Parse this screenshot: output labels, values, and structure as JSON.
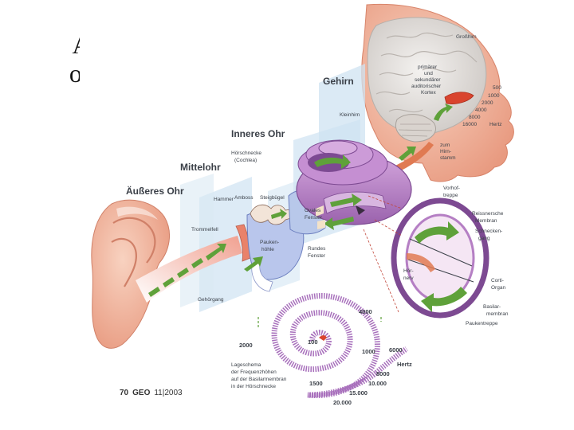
{
  "slide": {
    "title_line1": "Anatomy",
    "title_line2": "of the Ear"
  },
  "sections": {
    "outer_ear": "Äußeres Ohr",
    "middle_ear": "Mittelohr",
    "inner_ear": "Inneres Ohr",
    "brain": "Gehirn"
  },
  "labels": {
    "grosshirn": "Großhirn",
    "cortex": [
      "primärer",
      "und",
      "sekundärer",
      "auditorischer",
      "Kortex"
    ],
    "kleinhirn": "Kleinhirn",
    "zum_hirnstamm": [
      "zum",
      "Hirn-",
      "stamm"
    ],
    "hoerschnecke": [
      "Hörschnecke",
      "(Cochlea)"
    ],
    "hammer": "Hammer",
    "amboss": "Amboss",
    "steigbuegel": "Steigbügel",
    "ovales_fenster": [
      "Ovales",
      "Fenster"
    ],
    "paukenhoehle": [
      "Pauken-",
      "höhle"
    ],
    "rundes_fenster": [
      "Rundes",
      "Fenster"
    ],
    "trommelfell": "Trommelfell",
    "gehoergang": "Gehörgang",
    "hoernerv": [
      "Hör-",
      "nerv"
    ],
    "vorhoftreppe": [
      "Vorhof-",
      "treppe"
    ],
    "reissnersche_membran": [
      "Reissnersche",
      "Membran"
    ],
    "schneckengang": [
      "Schnecken-",
      "gang"
    ],
    "corti_organ": [
      "Corti-",
      "Organ"
    ],
    "basilarmembran": [
      "Basilar-",
      "membran"
    ],
    "paukentreppe": "Paukentreppe",
    "lageschema": [
      "Lageschema",
      "der Frequenzhöhen",
      "auf der Basilarmembran",
      "in der Hörschnecke"
    ]
  },
  "brain_frequencies": [
    "500",
    "1000",
    "2000",
    "4000",
    "8000",
    "16000",
    "Hertz"
  ],
  "cochlea_frequencies": {
    "f4000": "4000",
    "f2000": "2000",
    "f100": "100",
    "f1000": "1000",
    "f6000": "6000",
    "hertz": "Hertz",
    "f8000": "8000",
    "f10000": "10.000",
    "f1500": "1500",
    "f15000": "15.000",
    "f20000": "20.000"
  },
  "credit": {
    "page": "70",
    "mag": "GEO",
    "issue": "11|2003"
  },
  "colors": {
    "skin": "#f2b59c",
    "plane": "#cfe3f2",
    "cochlea": "#b57fc4",
    "cochlea_dark": "#7d4a92",
    "arrow": "#5fa13a",
    "nerve": "#e07a52"
  }
}
